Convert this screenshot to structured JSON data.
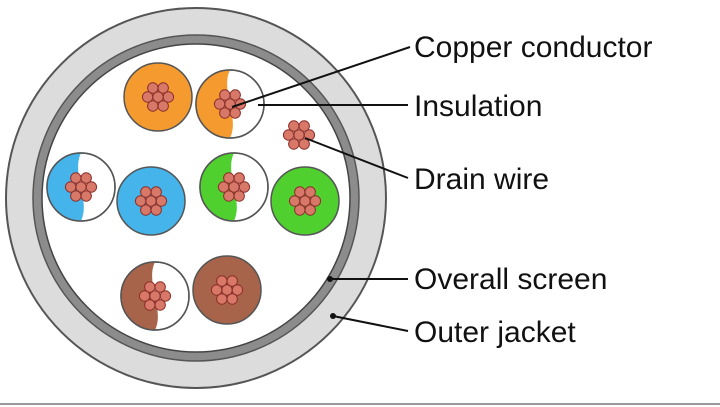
{
  "labels": {
    "copper_conductor": "Copper conductor",
    "insulation": "Insulation",
    "drain_wire": "Drain wire",
    "overall_screen": "Overall screen",
    "outer_jacket": "Outer jacket"
  },
  "colors": {
    "jacket": "#dcdcdc",
    "screen": "#8c8c8c",
    "orange": "#f59a2e",
    "blue": "#45b4ea",
    "green": "#4fd02e",
    "brown": "#a8644a",
    "white_insulation": "#ffffff",
    "copper_strand": "#d87868",
    "copper_strand_edge": "#8a2f2a"
  },
  "pairs": [
    "orange",
    "blue",
    "green",
    "brown"
  ]
}
